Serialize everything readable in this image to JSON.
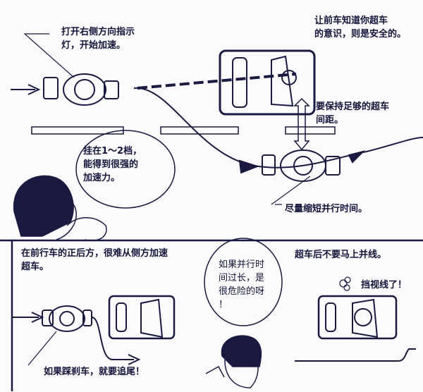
{
  "top_panel": {
    "signal_note": "打开右侧方向指示\n灯，开始加速。",
    "front_car_note": "让前车知道你超车\n的意识，则是安全的。",
    "gap_note": "要保持足够的超车\n间距。",
    "gear_bubble": "挂在1～2档，\n能得到很强的\n加速力。",
    "parallel_note": "尽量缩短并行时间。"
  },
  "bottom_panel": {
    "behind_title": "在前行车的正后方，很难从侧方加速\n超车。",
    "brake_note": "如果踩刹车，就要追尾！",
    "danger_bubble": "如果并行时\n间过长，是\n很危险的呀\n！",
    "merge_title": "超车后不要马上并线。",
    "blocked_note": "挡视线了！"
  },
  "colors": {
    "ink": "#1a1a40",
    "paper": "#fbfbfd"
  }
}
